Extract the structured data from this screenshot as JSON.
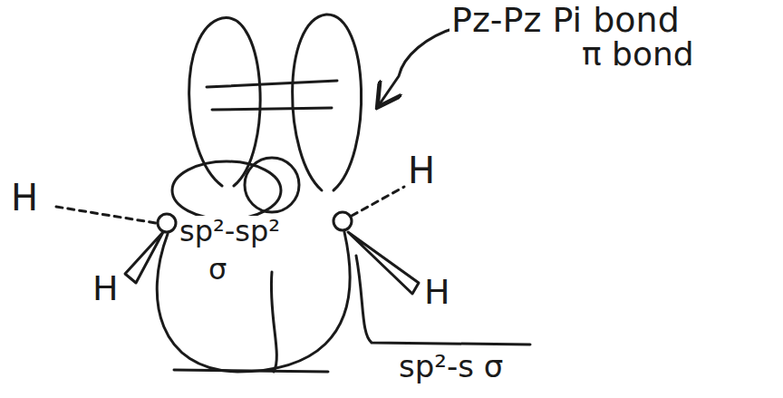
{
  "diagram": {
    "labels": [
      "Pz-Pz Pi bond",
      "π bond",
      "H",
      "H",
      "H",
      "H",
      "sp²-sp²",
      "σ",
      "sp²-s σ"
    ]
  }
}
